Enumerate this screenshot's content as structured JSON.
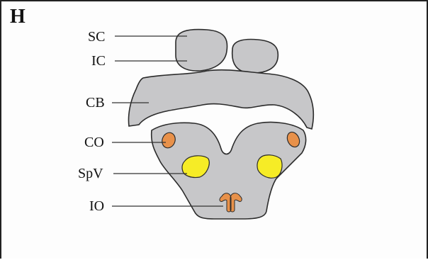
{
  "panel": {
    "letter": "H"
  },
  "labels": {
    "sc": "SC",
    "ic": "IC",
    "cb": "CB",
    "co": "CO",
    "spv": "SpV",
    "io": "IO"
  },
  "colors": {
    "tissue": "#c7c7c9",
    "outline": "#2b2b2b",
    "co_fill": "#e8914a",
    "spv_fill": "#f6ec26",
    "io_fill": "#e8914a",
    "leader": "#333333"
  }
}
